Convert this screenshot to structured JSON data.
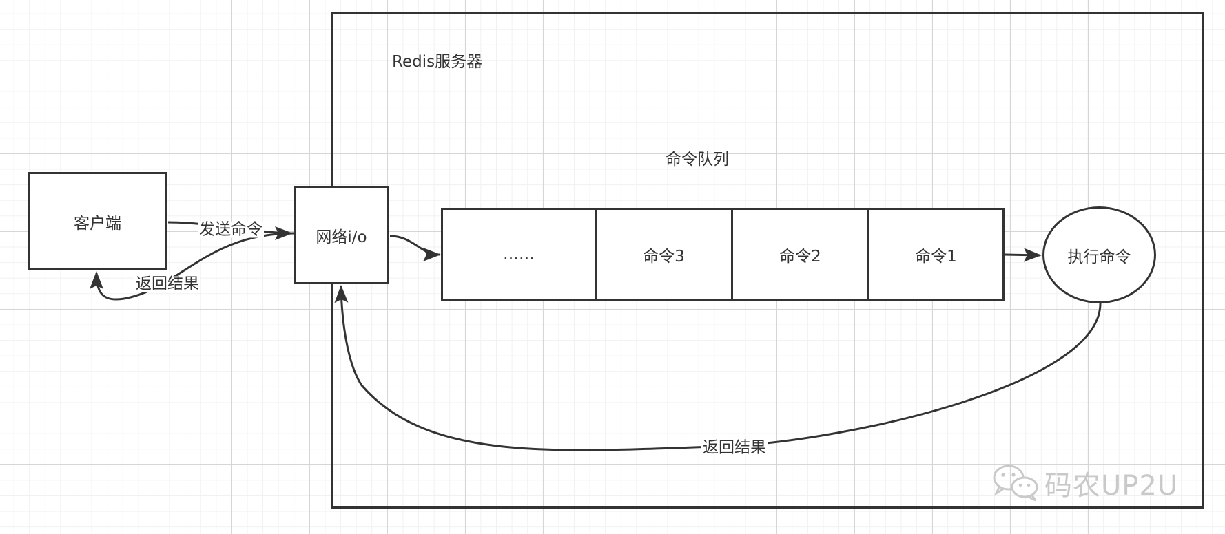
{
  "server": {
    "title": "Redis服务器"
  },
  "client": {
    "label": "客户端"
  },
  "network": {
    "label": "网络i/o"
  },
  "queue": {
    "title": "命令队列",
    "cells": [
      "……",
      "命令3",
      "命令2",
      "命令1"
    ]
  },
  "execute": {
    "label": "执行命令"
  },
  "edges": {
    "send_command": "发送命令",
    "return_result_client": "返回结果",
    "return_result_server": "返回结果"
  },
  "watermark": {
    "text": "码农UP2U",
    "icon": "wechat-icon"
  },
  "colors": {
    "stroke": "#333333",
    "grid": "#d6d6d6",
    "watermark": "#c9c9c9"
  }
}
